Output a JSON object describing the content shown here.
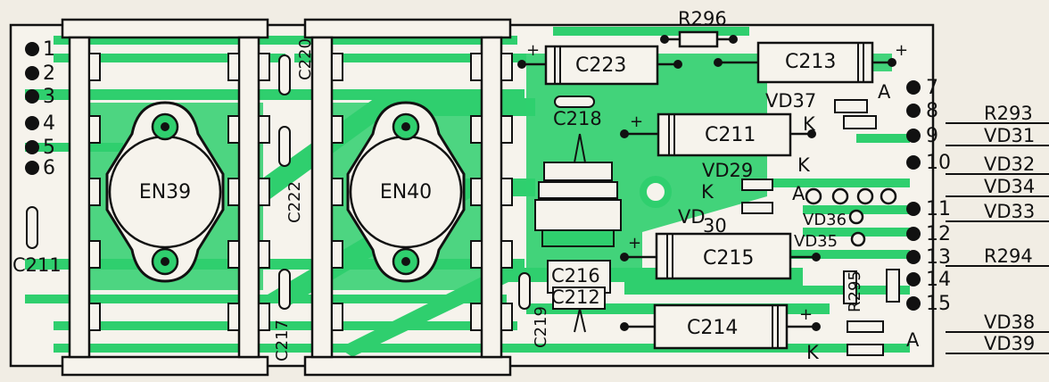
{
  "board": {
    "trace_color": "#2fcf6e",
    "ink_color": "#111111",
    "paper_color": "#f1ede4"
  },
  "left_pins": [
    "1",
    "2",
    "3",
    "4",
    "5",
    "6"
  ],
  "right_pins": [
    "7",
    "8",
    "9",
    "10",
    "11",
    "12",
    "13",
    "14",
    "15"
  ],
  "transistors": [
    "EN39",
    "EN40"
  ],
  "capacitors": {
    "c223": "C223",
    "c213": "C213",
    "c211_main": "C211",
    "c215": "C215",
    "c214": "C214",
    "c218": "C218",
    "c220": "C220",
    "c222": "C222",
    "c217": "C217",
    "c219": "C219",
    "c211_left": "C211",
    "c216": "C216",
    "c212": "C212"
  },
  "resistors": {
    "r296": "R296",
    "r295": "R295"
  },
  "diodes": {
    "vd37": "VD37",
    "vd29": "VD29",
    "vd30_prefix": "VD",
    "vd30_suffix": "30",
    "vd36": "VD36",
    "vd35": "VD35"
  },
  "terminal_labels": {
    "a": "A",
    "k": "K",
    "plus": "+"
  },
  "right_labels": [
    "R293",
    "VD31",
    "VD32",
    "VD34",
    "VD33",
    "R294",
    "VD38",
    "VD39"
  ]
}
